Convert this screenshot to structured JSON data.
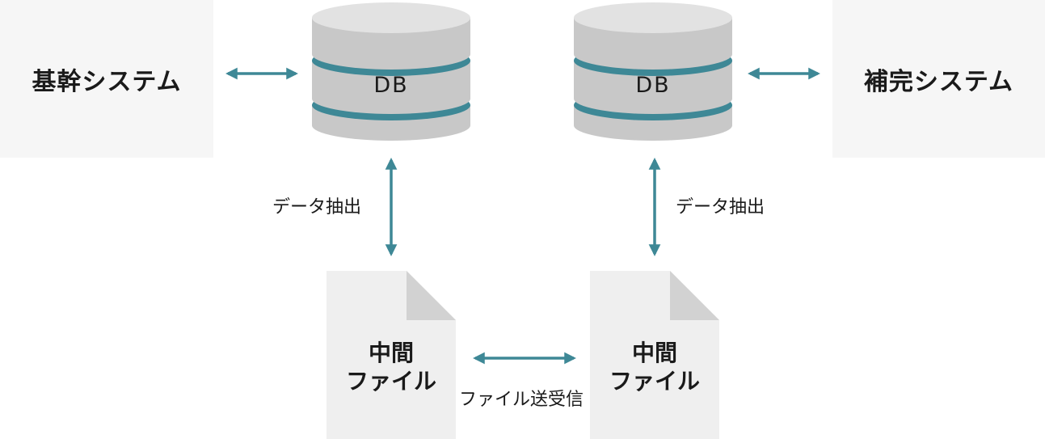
{
  "systems": {
    "left": "基幹システム",
    "right": "補完システム"
  },
  "databases": {
    "left": "DB",
    "right": "DB"
  },
  "files": {
    "left": [
      "中間",
      "ファイル"
    ],
    "right": [
      "中間",
      "ファイル"
    ]
  },
  "edges": {
    "extract_left": "データ抽出",
    "extract_right": "データ抽出",
    "transfer": "ファイル送受信"
  },
  "colors": {
    "accent": "#3e8896",
    "db_body": "#c8c8c8",
    "db_top": "#e2e2e2",
    "doc_body": "#efefef",
    "doc_fold": "#d2d2d2",
    "box_bg": "#f6f6f6"
  }
}
